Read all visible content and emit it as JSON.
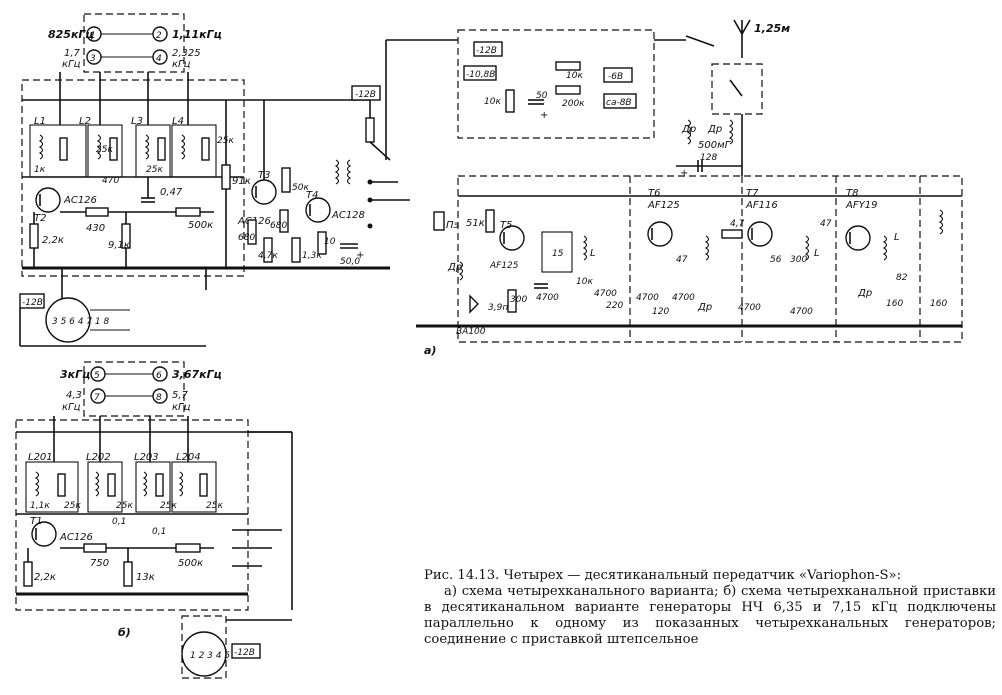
{
  "caption": {
    "title": "Рис. 14.13. Четырех — десятиканальный передатчик «Variophon-S»:",
    "body": "а) схема четырехканального варианта; б) схема четырехканальной приставки в десятиканальном варианте генераторы НЧ 6,35 и 7,15 кГц подключены параллельно к одному из показанных четырехканальных генераторов; соединение с приставкой штепсельное"
  },
  "panels": {
    "a": "а)",
    "b": "б)"
  },
  "switch_a": {
    "k1": "1",
    "k2": "2",
    "k3": "3",
    "k4": "4",
    "f1": "825кГц",
    "f2": "1,11кГц",
    "f3a": "1,7",
    "f3b": "кГц",
    "f4a": "2,325",
    "f4b": "кГц"
  },
  "switch_b": {
    "k5": "5",
    "k6": "6",
    "k7": "7",
    "k8": "8",
    "f5": "3кГц",
    "f6": "3,67кГц",
    "f7a": "4,3",
    "f7b": "кГц",
    "f8a": "5,7",
    "f8b": "кГц"
  },
  "gen_a": {
    "L1": "L1",
    "L2": "L2",
    "L3": "L3",
    "L4": "L4",
    "r1k": "1к",
    "r25k_1": "25к",
    "r25k_2": "25к",
    "r25k_3": "25к",
    "c470": "470",
    "c047": "0,47",
    "T2": "T2",
    "AC126": "AC126",
    "r430": "430",
    "r91k": "9,1к",
    "r500k": "500к",
    "r22k": "2,2к"
  },
  "amp_a": {
    "T3": "T3",
    "T4": "T4",
    "r91k": "91к",
    "AC126": "AC126",
    "AC128": "AC128",
    "r680a": "680",
    "r680b": "680",
    "r50k": "50к",
    "r47k": "4,7к",
    "r13k": "1,3к",
    "r10": "10",
    "c50": "50,0",
    "plus": "+",
    "m12": "-12В"
  },
  "conn_a": {
    "pins": "3 5 6 4 7 1 8",
    "m12": "-12В"
  },
  "supply": {
    "m12": "-12В",
    "m108": "-10,8В",
    "m6": "-6В",
    "ca88": "са-8В",
    "r10k": "10к",
    "r10kb": "10к",
    "c50": "50",
    "plus": "+",
    "r200k": "200к"
  },
  "antenna": {
    "len": "1,25м"
  },
  "chokes": {
    "dr1": "Др",
    "dr2": "Др",
    "val": "500мГ",
    "c128": "128",
    "plus": "+"
  },
  "rf": {
    "pe": "Пэ",
    "r51k": "51к",
    "T5": "T5",
    "AF125": "AF125",
    "c39": "3,9пф",
    "dr": "Др",
    "d": "BA100",
    "c15": "15",
    "L": "L",
    "c4700a": "4700",
    "r300": "300",
    "r10k": "10к",
    "c4700b": "4700",
    "r220": "220",
    "T6": "T6",
    "AF125b": "AF125",
    "c47a": "47",
    "c4700c": "4700",
    "c120": "120",
    "c4700d": "4700",
    "dr2": "Др",
    "r47": "4,7",
    "T7": "T7",
    "AF116": "AF116",
    "c4700e": "4700",
    "c56": "56",
    "c4700f": "4700",
    "c300": "300",
    "L2": "L",
    "c47b": "47",
    "T8": "T8",
    "AFY19": "AFY19",
    "L3": "L",
    "dr3": "Др",
    "c82": "82",
    "c160a": "160",
    "c160b": "160"
  },
  "gen_b": {
    "L201": "L201",
    "L202": "L202",
    "L203": "L203",
    "L204": "L204",
    "r11k": "1,1к",
    "r25k_1": "25к",
    "r25k_2": "25к",
    "r25k_3": "25к",
    "r25k_4": "25к",
    "c01a": "0,1",
    "c01b": "0,1",
    "T1": "T1",
    "AC126": "AC126",
    "r750": "750",
    "r13k": "13к",
    "r500k": "500к",
    "r22k": "2,2к"
  },
  "conn_b": {
    "pins": "1 2 3 4 5 6 7 8",
    "m12": "-12В"
  }
}
